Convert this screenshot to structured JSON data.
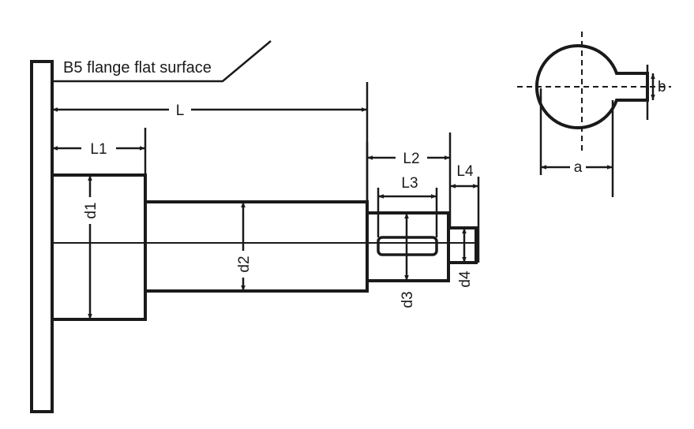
{
  "callout": {
    "text": "B5 flange flat surface"
  },
  "dimensions": {
    "L": "L",
    "L1": "L1",
    "L2": "L2",
    "L3": "L3",
    "L4": "L4",
    "d1": "d1",
    "d2": "d2",
    "d3": "d3",
    "d4": "d4"
  },
  "section": {
    "a": "a",
    "b": "b"
  },
  "colors": {
    "stroke": "#1a1a1a",
    "background": "#ffffff"
  }
}
